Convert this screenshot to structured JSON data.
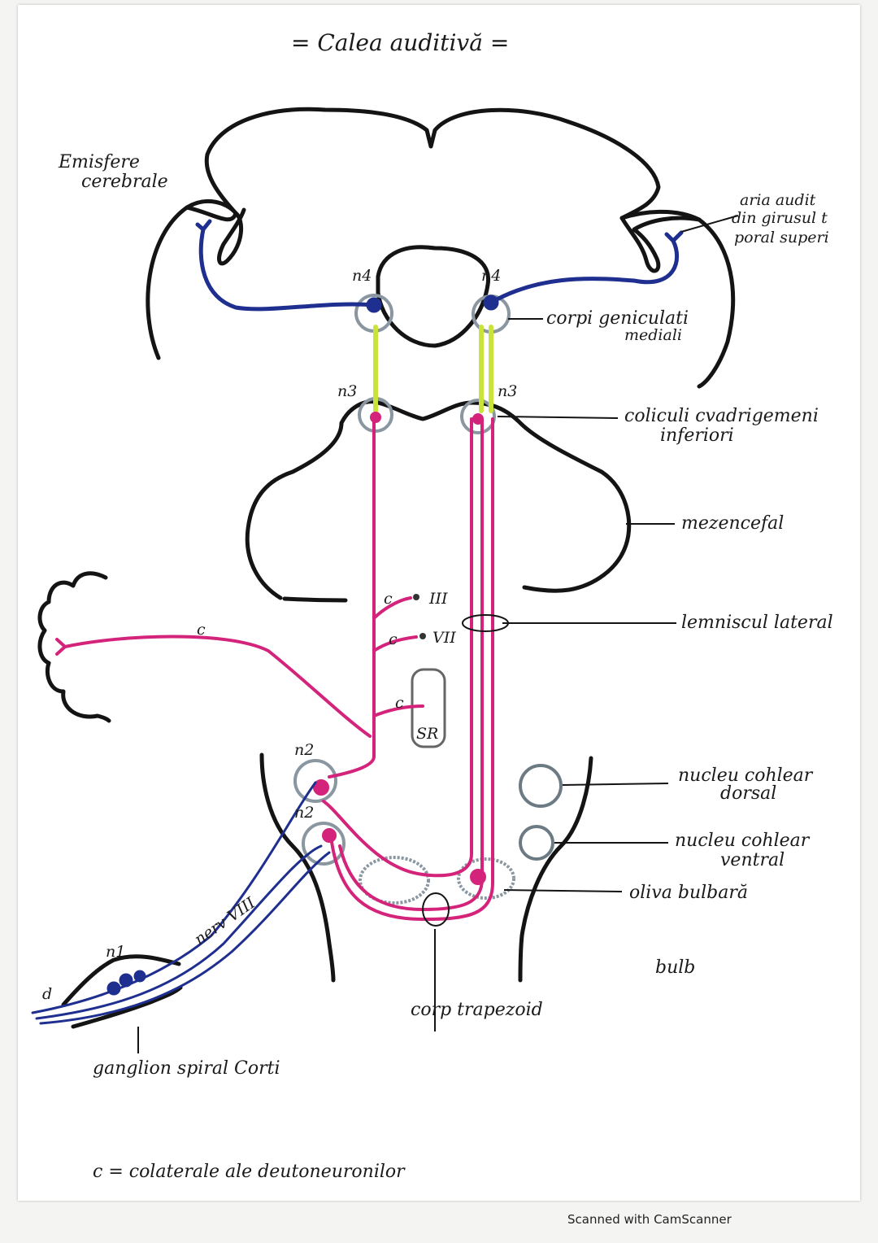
{
  "title": "= Calea auditivă =",
  "labels": {
    "emisfere": "Emisfere",
    "cerebrale": "cerebrale",
    "aria_1": "aria audit",
    "aria_2": "din girusul t",
    "aria_3": "poral superi",
    "n4_left": "n4",
    "n4_right": "n4",
    "corpi_1": "corpi geniculati",
    "corpi_2": "mediali",
    "n3_left": "n3",
    "n3_right": "n3",
    "coliculi_1": "coliculi cvadrigemeni",
    "coliculi_2": "inferiori",
    "mezencefal": "mezencefal",
    "lemniscul": "lemniscul lateral",
    "c_collat": "c",
    "c_iii": "c",
    "nerve_iii": "III",
    "c_vii": "c",
    "nerve_vii": "VII",
    "c_sr": "c",
    "sr": "SR",
    "n2_upper": "n2",
    "n2_lower": "n2",
    "nucleu_dorsal_1": "nucleu cohlear",
    "nucleu_dorsal_2": "dorsal",
    "nucleu_ventral_1": "nucleu cohlear",
    "nucleu_ventral_2": "ventral",
    "oliva": "oliva bulbară",
    "bulb": "bulb",
    "nerv_viii": "nerv VIII",
    "n1": "n1",
    "d": "d",
    "ganglion": "ganglion spiral Corti",
    "corp_trapezoid": "corp trapezoid",
    "legend": "c = colaterale ale deutoneuronilor"
  },
  "footer": "Scanned with CamScanner",
  "colors": {
    "outline": "#141414",
    "neuron_blue": "#1f2f8f",
    "neuron_magenta": "#d4237a",
    "neuron_yellow": "#c9e33a",
    "nucleus_grey": "#8a96a0"
  }
}
